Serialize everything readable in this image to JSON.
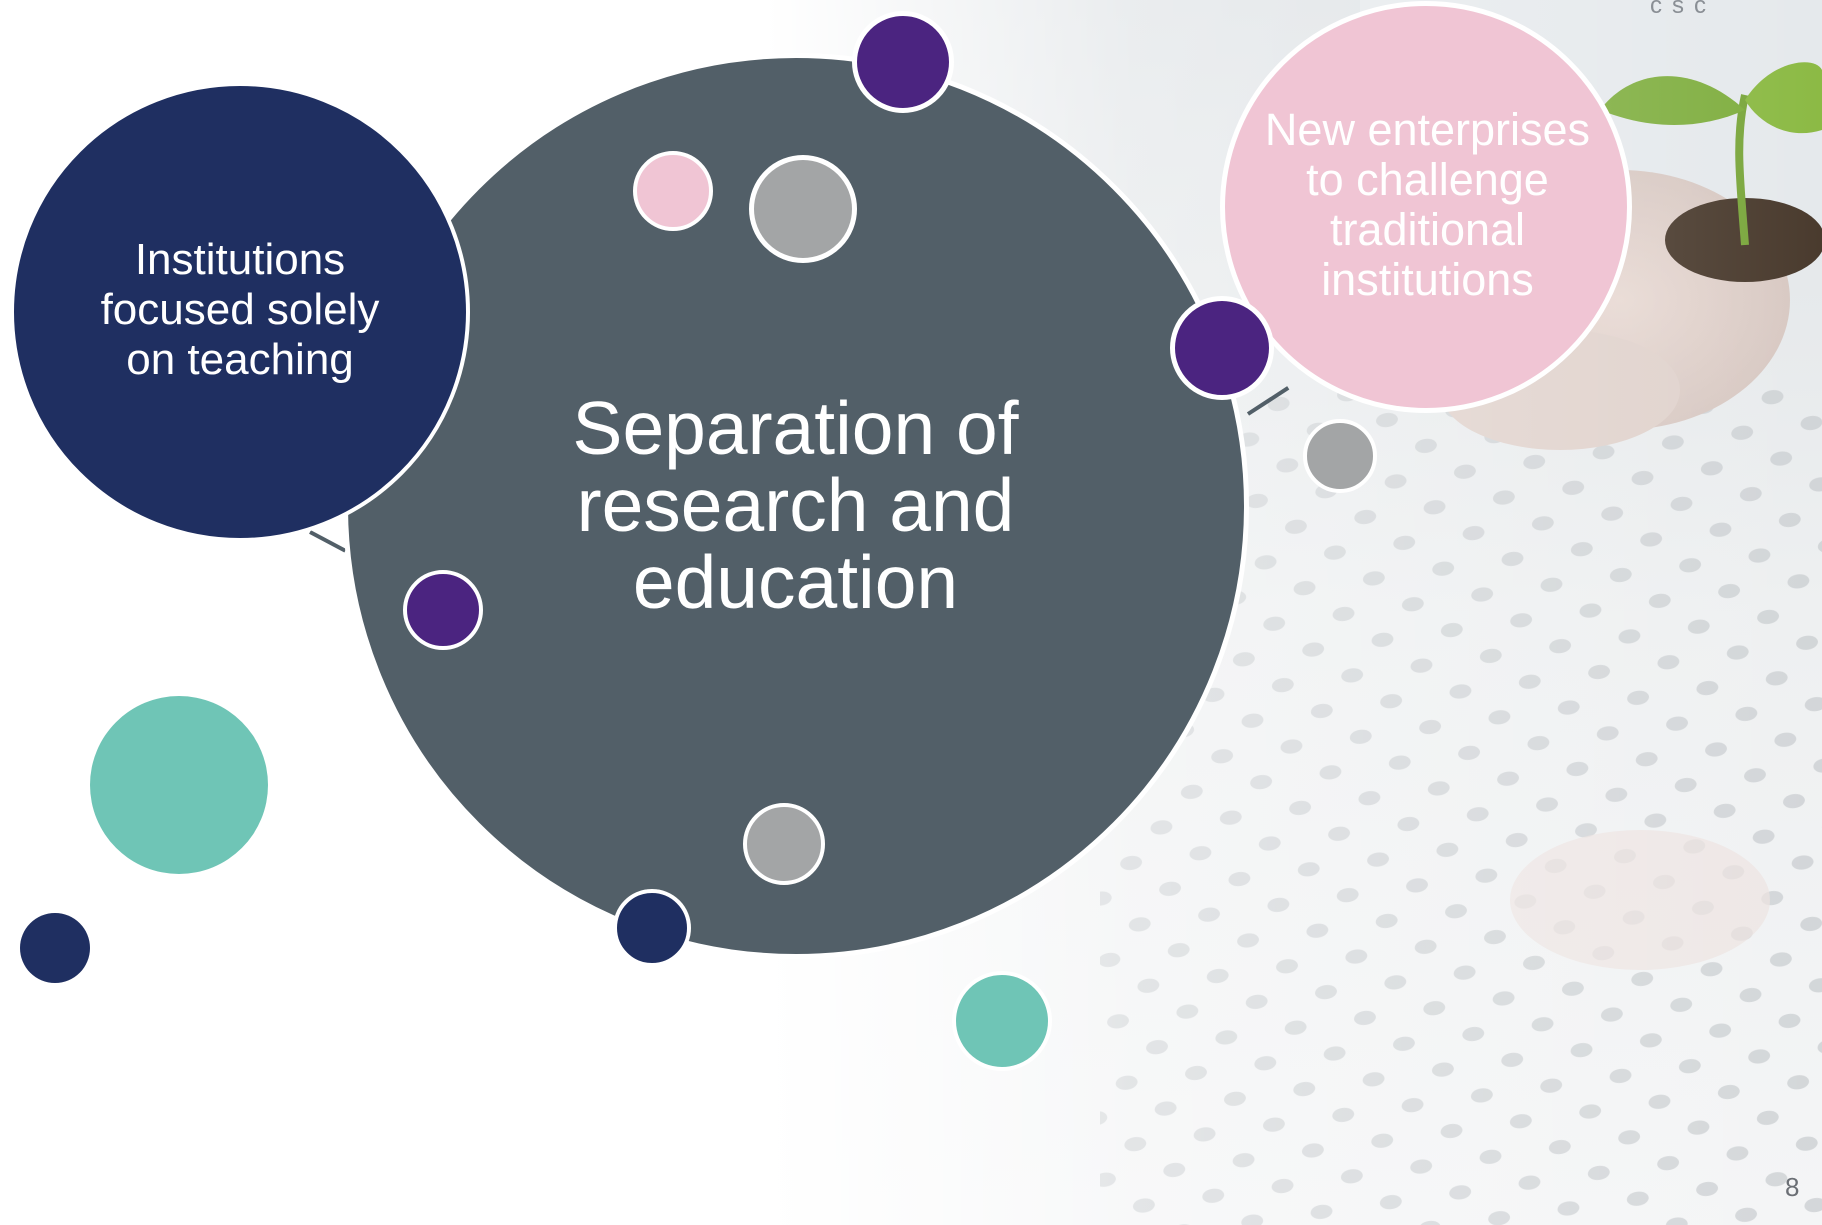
{
  "slide": {
    "main_topic": "Separation of research and education",
    "left_topic": "Institutions focused solely on teaching",
    "right_topic": "New enterprises to challenge traditional institutions",
    "logo_text": "csc",
    "page_number": "8"
  },
  "colors": {
    "main_circle": "#525f68",
    "navy": "#1f2f61",
    "pink": "#f0c5d4",
    "purple": "#4b2480",
    "gray": "#a3a5a6",
    "teal": "#6fc5b6"
  },
  "icons": {
    "background_image": "hands-holding-seedling-photo"
  }
}
